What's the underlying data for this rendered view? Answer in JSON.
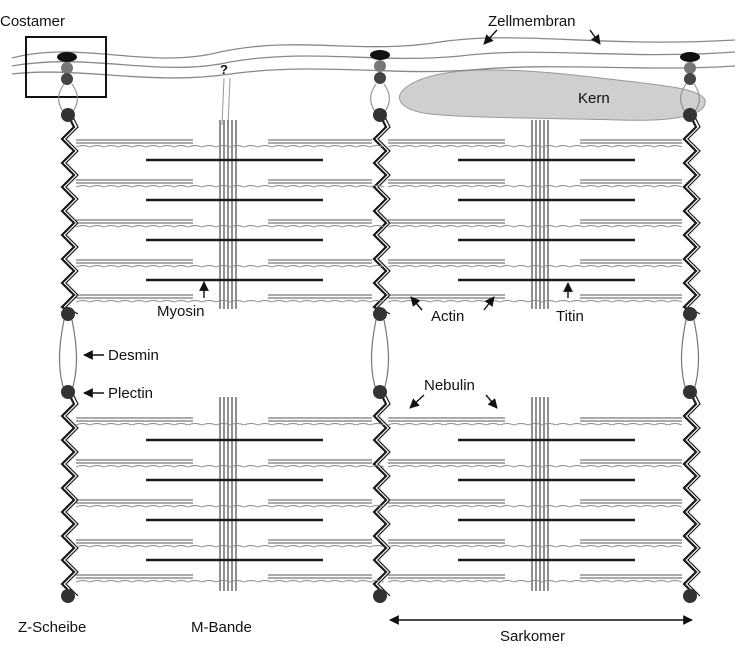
{
  "labels": {
    "costamer": "Costamer",
    "zellmembran": "Zellmembran",
    "question": "?",
    "kern": "Kern",
    "myosin": "Myosin",
    "actin": "Actin",
    "titin": "Titin",
    "desmin": "Desmin",
    "plectin": "Plectin",
    "nebulin": "Nebulin",
    "z_scheibe": "Z-Scheibe",
    "m_bande": "M-Bande",
    "sarkomer": "Sarkomer"
  },
  "colors": {
    "stroke": "#1a1a1a",
    "thin_filament": "#555555",
    "nucleus": "#cfcfcf",
    "membrane": "#888888",
    "node": "#333333"
  }
}
